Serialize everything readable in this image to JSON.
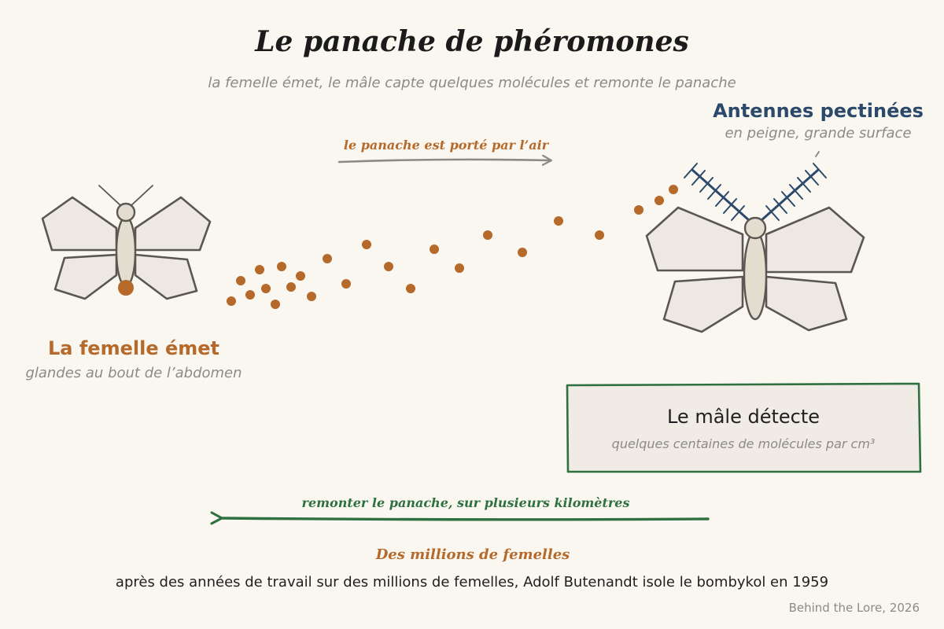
{
  "title": "Le panache de phéromones",
  "subtitle": "la femelle émet, le mâle capte quelques molécules et remonte le panache",
  "air_arrow_label": "le panache est porté par l’air",
  "female": {
    "label": "La femelle émet",
    "sublabel": "glandes au bout de l’abdomen"
  },
  "male": {
    "antenna_label": "Antennes pectinées",
    "antenna_sublabel": "en peigne, grande surface"
  },
  "detect_box": {
    "title": "Le mâle détecte",
    "subtitle": "quelques centaines de molécules par cm³"
  },
  "return_arrow_label": "remonter le panache, sur plusieurs kilomètres",
  "footer": {
    "heading": "Des millions de femelles",
    "text": "après des années de travail sur des millions de femelles, Adolf Butenandt isole le bombykol en 1959",
    "credit": "Behind the Lore, 2026"
  },
  "colors": {
    "background": "#faf7f1",
    "female_accent": "#b5692a",
    "male_accent": "#2b4a6b",
    "detect_accent": "#2e7040",
    "neutral_arrow": "#8d8a86"
  }
}
